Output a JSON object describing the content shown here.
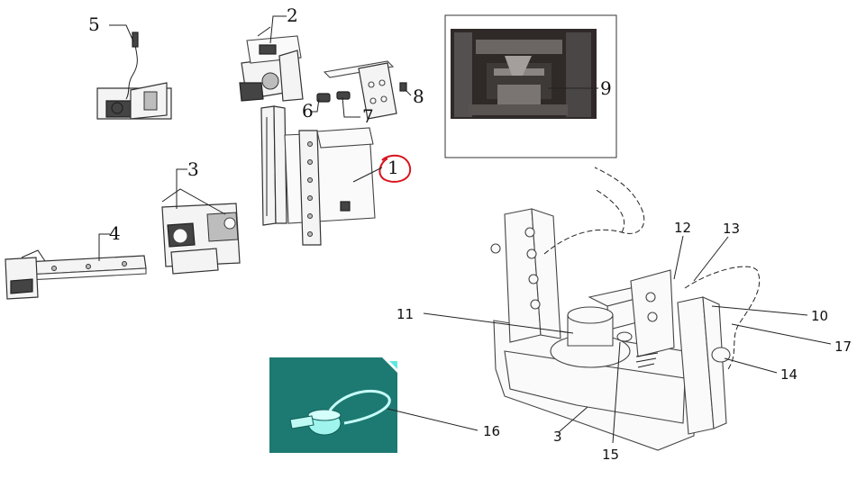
{
  "callouts": {
    "c1": "1",
    "c2": "2",
    "c3_top": "3",
    "c4": "4",
    "c5": "5",
    "c6": "6",
    "c7": "7",
    "c8": "8",
    "c9": "9",
    "c10": "10",
    "c11": "11",
    "c12": "12",
    "c13": "13",
    "c14": "14",
    "c15": "15",
    "c16": "16",
    "c17": "17",
    "c3_bottom": "3"
  },
  "colors": {
    "highlight_circle": "#d8141e",
    "photo_inset_bg": "#2f2a27",
    "teal_inset_bg": "#1d7a72",
    "teal_part": "#9ff5ee"
  }
}
